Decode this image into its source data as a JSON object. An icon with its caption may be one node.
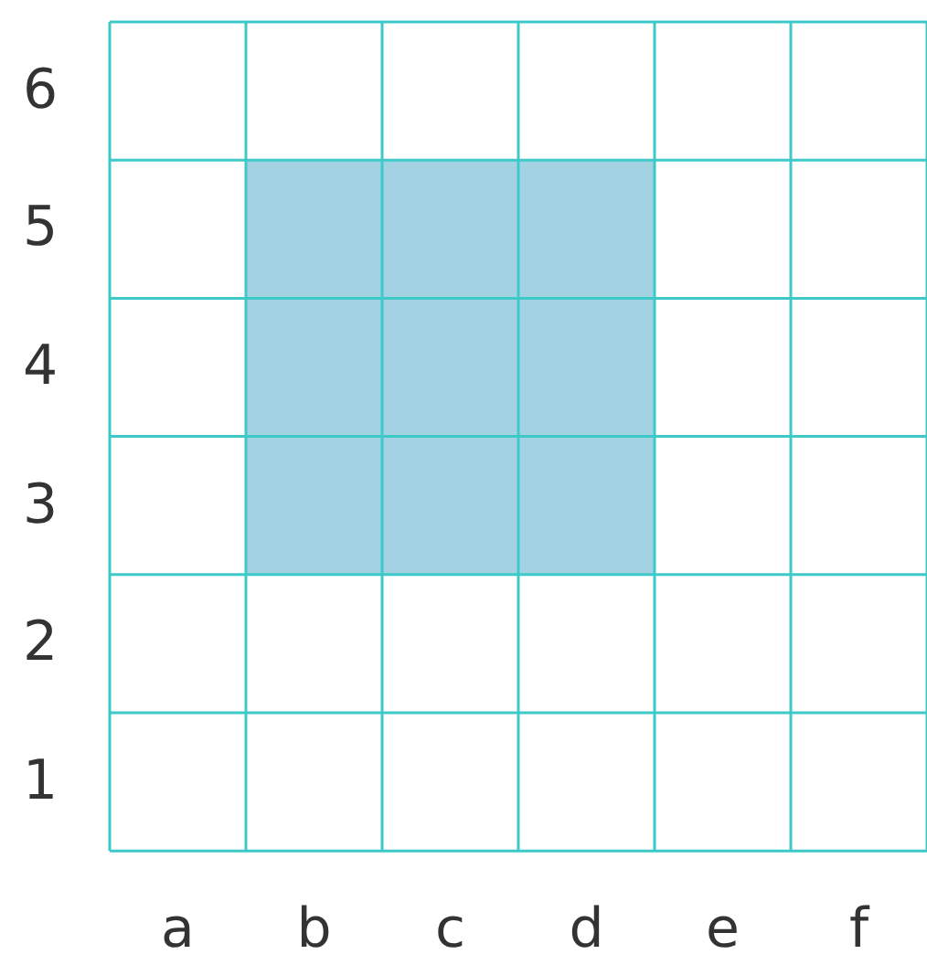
{
  "diagram": {
    "nodes": [
      {
        "text": [],
        "shape": "box"
      }
    ],
    "labels": [
      "6",
      "5",
      "4",
      "3",
      "2",
      "1",
      "a",
      "b",
      "c",
      "d",
      "e",
      "f"
    ]
  }
}
